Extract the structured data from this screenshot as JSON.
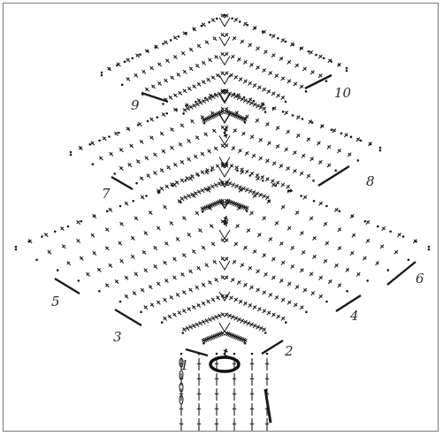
{
  "row_labels": [
    "1",
    "2",
    "3",
    "4",
    "5",
    "6",
    "7",
    "8",
    "9",
    "10"
  ],
  "colors": {
    "ink": "#1a1a1a",
    "border": "#7a7a7a",
    "background": "#ffffff"
  }
}
